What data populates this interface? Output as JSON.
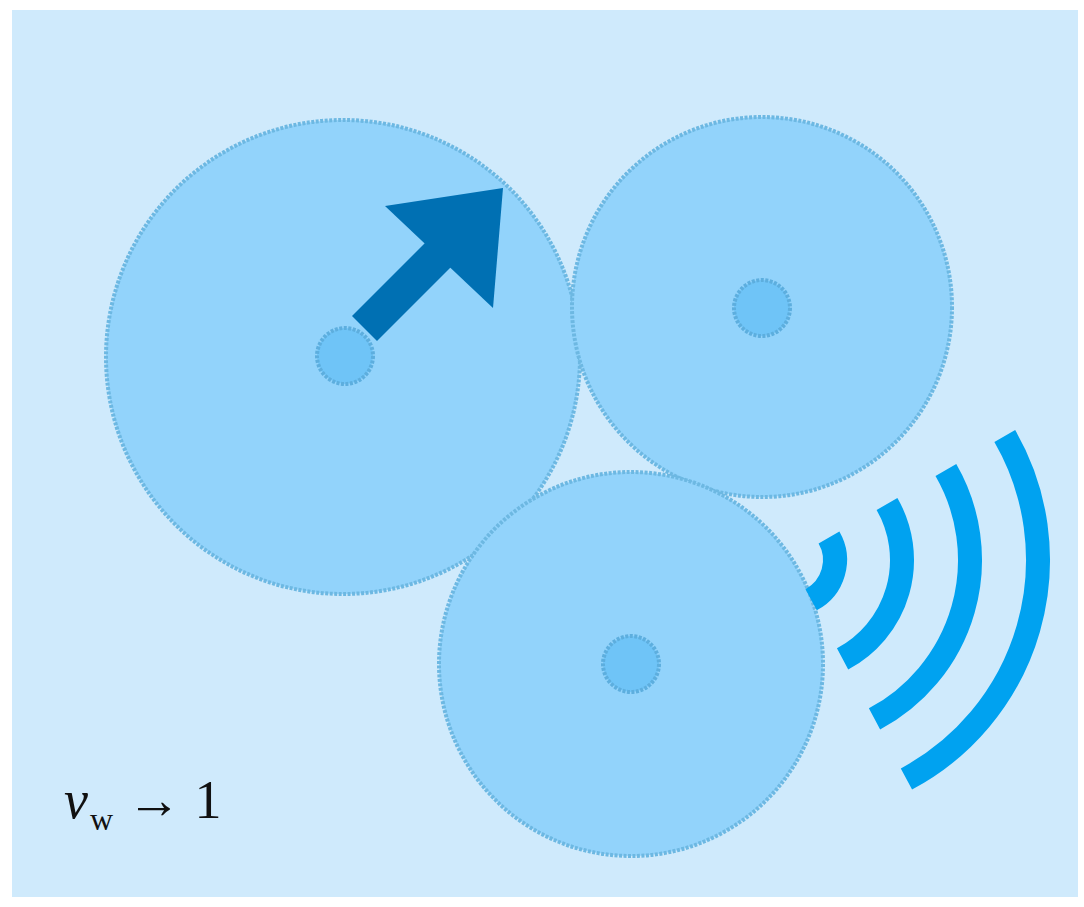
{
  "diagram": {
    "labels": [
      "v",
      "w",
      "→ 1"
    ]
  }
}
